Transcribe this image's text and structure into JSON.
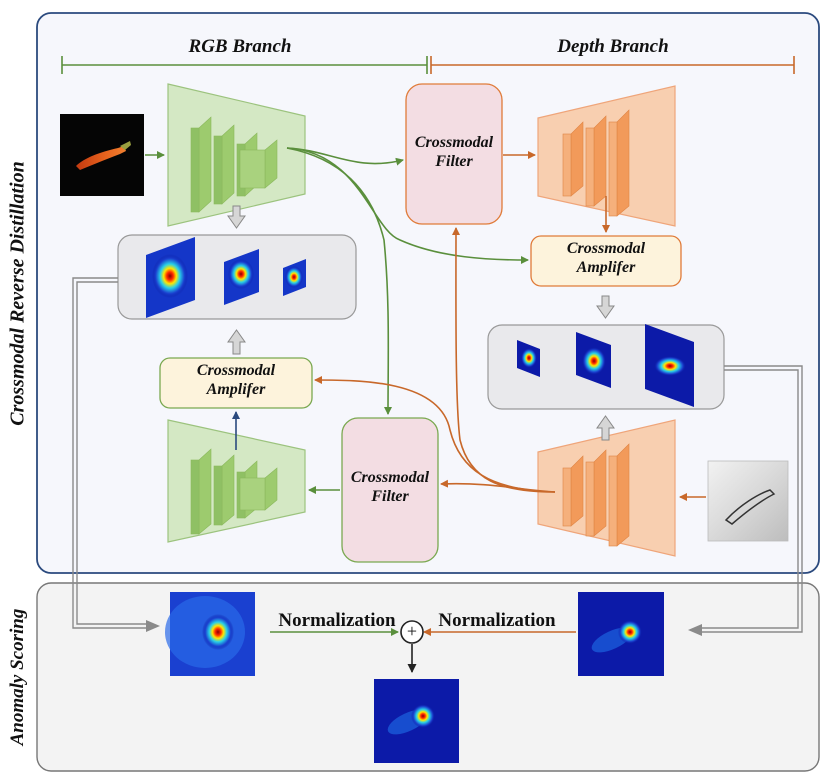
{
  "panels": {
    "top_title": "Crossmodal Reverse Distillation",
    "bottom_title": "Anomaly Scoring"
  },
  "branches": {
    "rgb": "RGB Branch",
    "depth": "Depth Branch"
  },
  "modules": {
    "filter_line1": "Crossmodal",
    "filter_line2": "Filter",
    "amplifier_line1": "Crossmodal",
    "amplifier_line2": "Amplifer"
  },
  "scoring": {
    "normalization_left": "Normalization",
    "normalization_right": "Normalization",
    "fuse_symbol": "+"
  },
  "colors": {
    "rgb_green": "#5a8f3c",
    "depth_orange": "#c8682a",
    "encoder_green": "#d4e8c4",
    "depth_fill": "#f8cfb0",
    "filter_pink": "#f3dde3",
    "amplifier_cream": "#fdf3dc",
    "panel_border": "#2b4a7e",
    "feature_box": "#e9e9ec"
  }
}
